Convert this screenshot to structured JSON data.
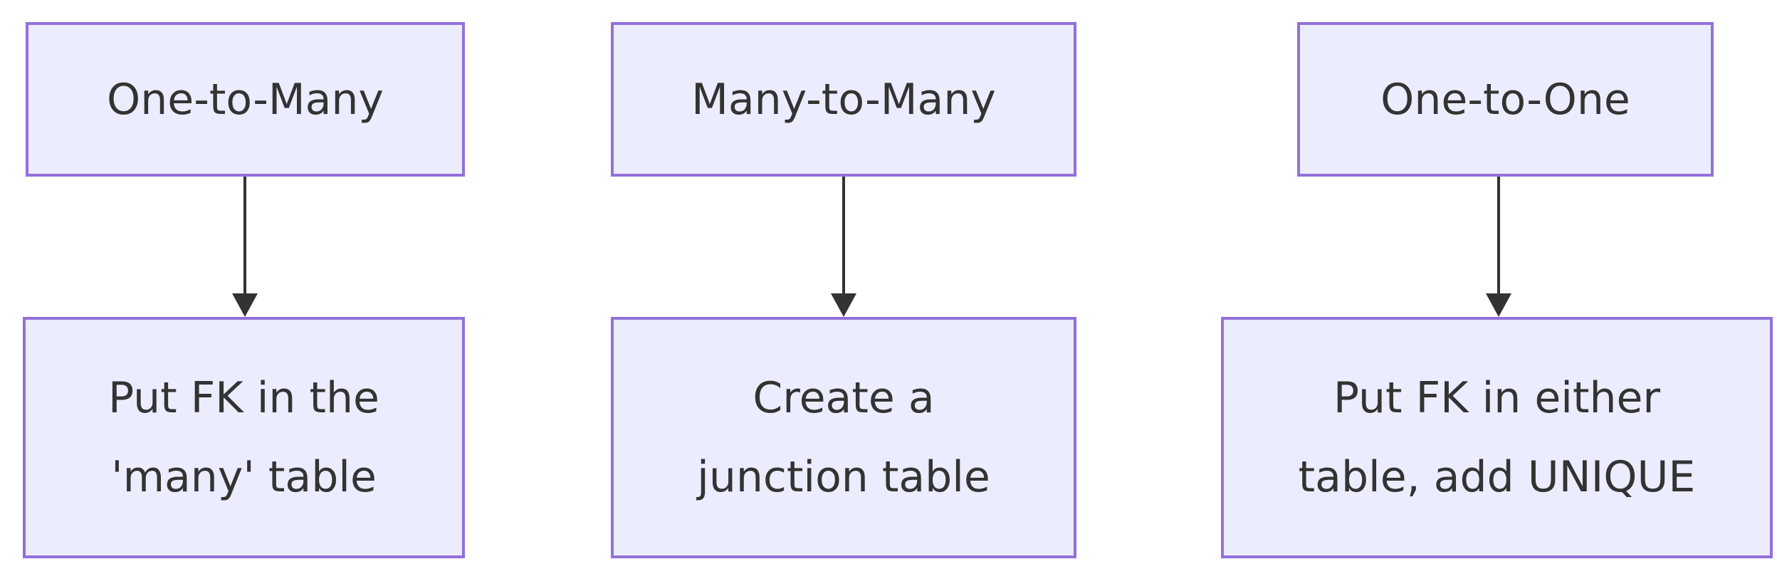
{
  "theme": {
    "background": "#ffffff",
    "node_fill": "#ECECFF",
    "node_border": "#9370DB",
    "text_color": "#333333",
    "arrow_color": "#333333"
  },
  "diagram": {
    "kind": "flowchart-top-down",
    "columns": [
      {
        "top_label": "One-to-Many",
        "bottom_label": "Put FK in the 'many' table",
        "bottom_lines": [
          "Put FK in the",
          "'many' table"
        ],
        "edge": "arrow-down"
      },
      {
        "top_label": "Many-to-Many",
        "bottom_label": "Create a junction table",
        "bottom_lines": [
          "Create a",
          "junction table"
        ],
        "edge": "arrow-down"
      },
      {
        "top_label": "One-to-One",
        "bottom_label": "Put FK in either table, add UNIQUE",
        "bottom_lines": [
          "Put FK in either",
          "table, add UNIQUE"
        ],
        "edge": "arrow-down"
      }
    ]
  }
}
